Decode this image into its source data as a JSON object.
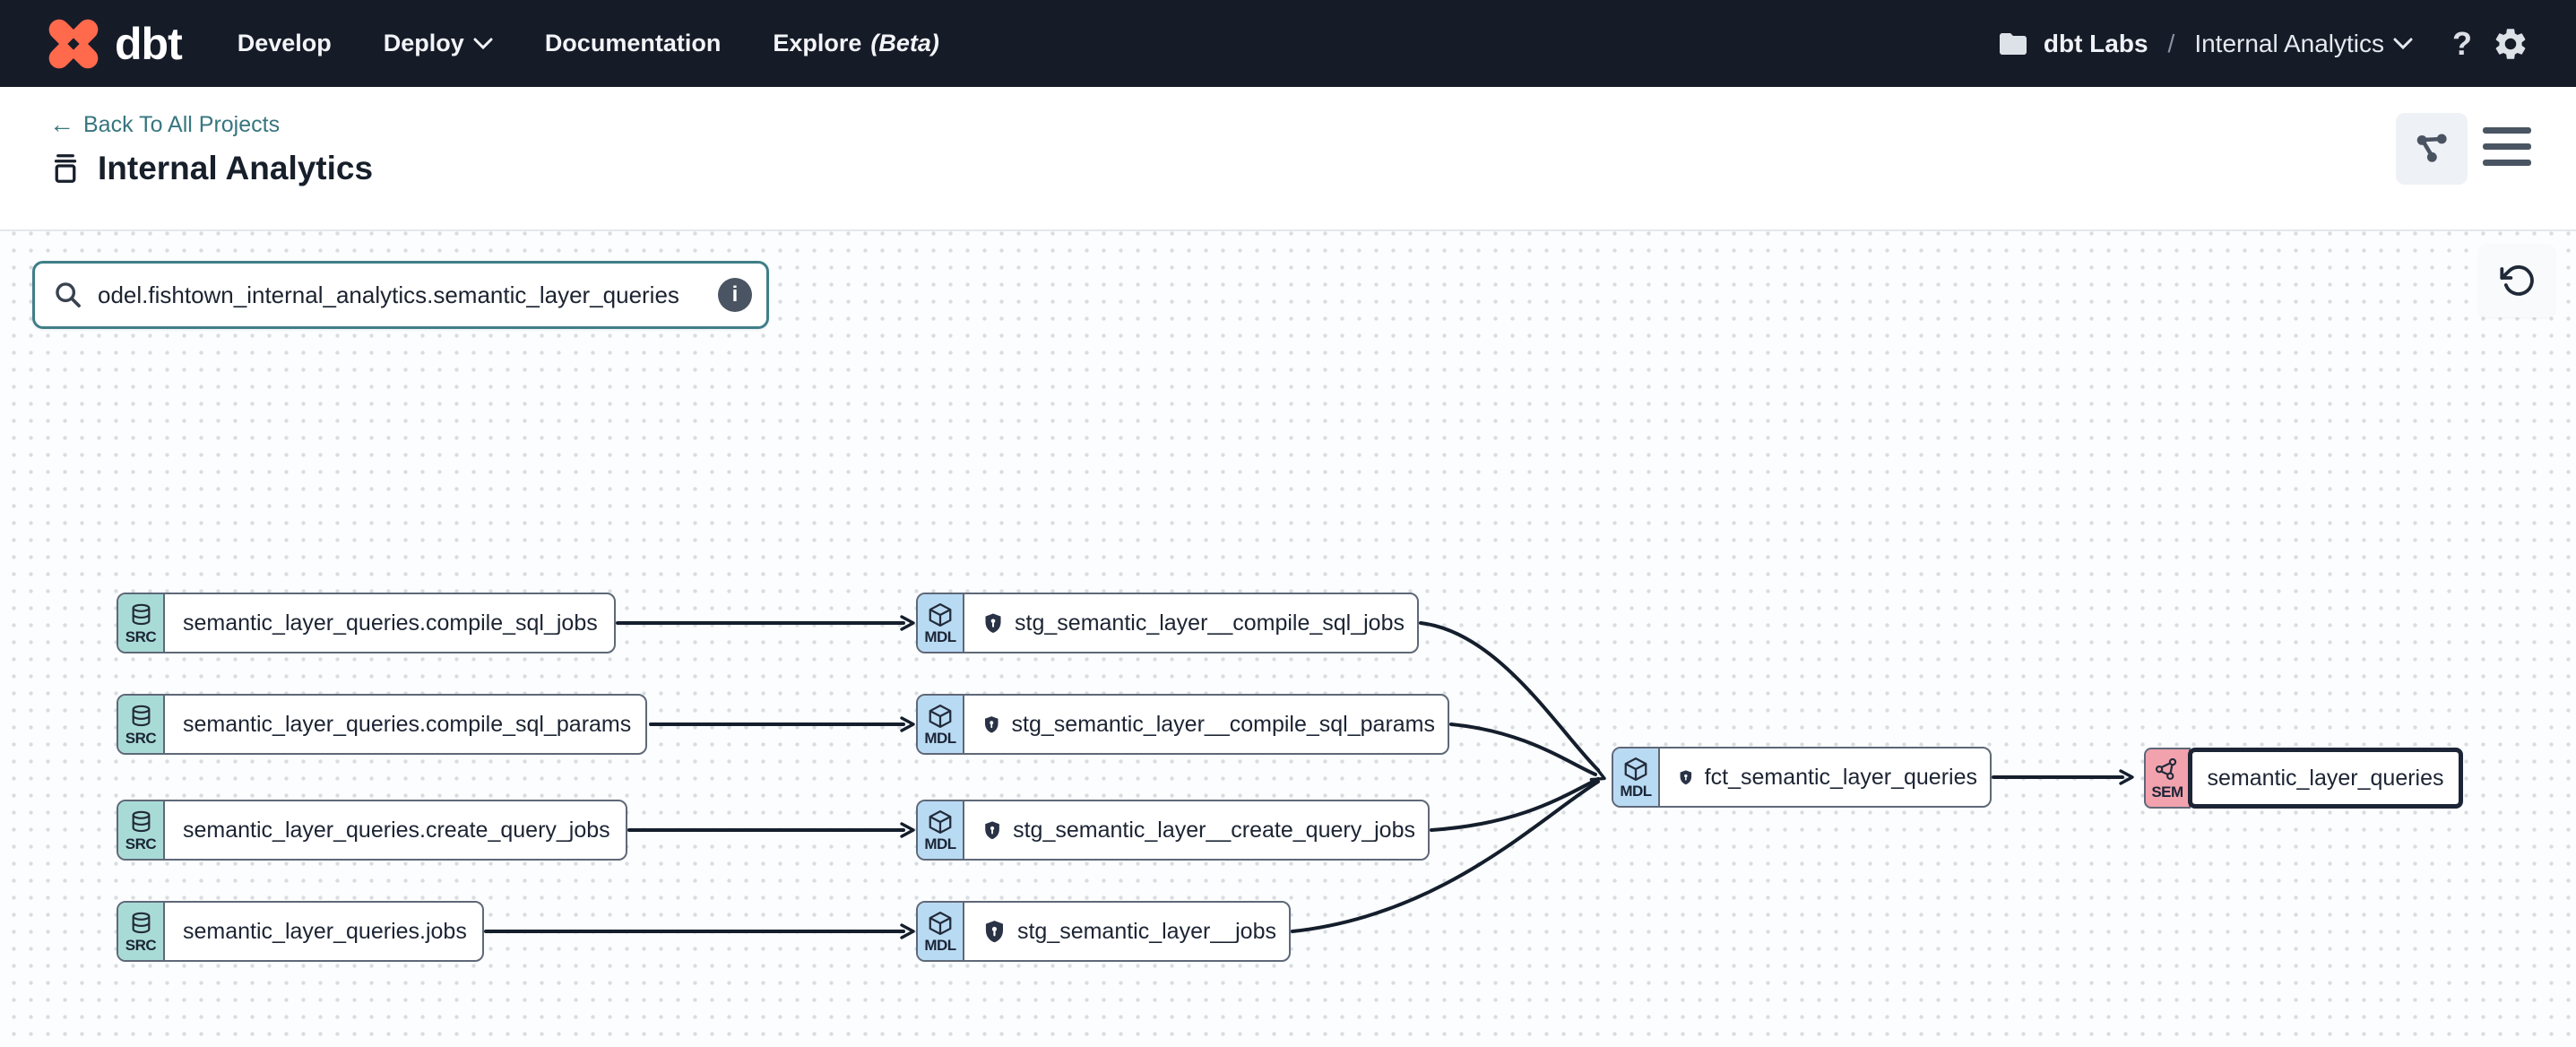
{
  "navbar": {
    "brand": "dbt",
    "links": [
      {
        "label": "Develop",
        "dropdown": false
      },
      {
        "label": "Deploy",
        "dropdown": true
      },
      {
        "label": "Documentation",
        "dropdown": false
      },
      {
        "label": "Explore",
        "beta": "(Beta)",
        "dropdown": false
      }
    ],
    "account": "dbt Labs",
    "separator": "/",
    "project": "Internal Analytics",
    "help_glyph": "?"
  },
  "header": {
    "back_arrow": "←",
    "back_label": "Back To All Projects",
    "title": "Internal Analytics"
  },
  "canvas": {
    "search_value": "odel.fishtown_internal_analytics.semantic_layer_queries",
    "info_glyph": "i"
  },
  "graph": {
    "nodes": [
      {
        "type": "SRC",
        "icon": "database-icon",
        "label": "semantic_layer_queries.compile_sql_jobs"
      },
      {
        "type": "SRC",
        "icon": "database-icon",
        "label": "semantic_layer_queries.compile_sql_params"
      },
      {
        "type": "SRC",
        "icon": "database-icon",
        "label": "semantic_layer_queries.create_query_jobs"
      },
      {
        "type": "SRC",
        "icon": "database-icon",
        "label": "semantic_layer_queries.jobs"
      },
      {
        "type": "MDL",
        "icon": "cube-icon",
        "shield": true,
        "label": "stg_semantic_layer__compile_sql_jobs"
      },
      {
        "type": "MDL",
        "icon": "cube-icon",
        "shield": true,
        "label": "stg_semantic_layer__compile_sql_params"
      },
      {
        "type": "MDL",
        "icon": "cube-icon",
        "shield": true,
        "label": "stg_semantic_layer__create_query_jobs"
      },
      {
        "type": "MDL",
        "icon": "cube-icon",
        "shield": true,
        "label": "stg_semantic_layer__jobs"
      },
      {
        "type": "MDL",
        "icon": "cube-icon",
        "shield": true,
        "label": "fct_semantic_layer_queries"
      },
      {
        "type": "SEM",
        "icon": "semantic-icon",
        "selected": true,
        "label": "semantic_layer_queries"
      }
    ]
  },
  "colors": {
    "navbar_bg": "#161b28",
    "brand_orange": "#ff6a4c",
    "teal_accent": "#3c7d87",
    "src_badge": "#a9dbd6",
    "mdl_badge": "#b9daf3",
    "sem_badge": "#f2a2ad",
    "edge": "#141e2c",
    "node_border": "#5e6878",
    "selected_border": "#1b2536"
  }
}
